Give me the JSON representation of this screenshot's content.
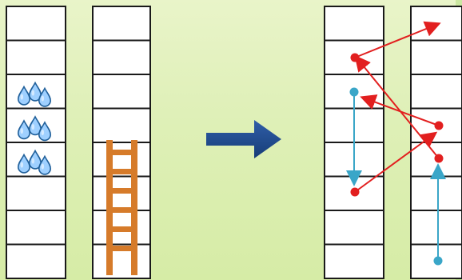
{
  "canvas": {
    "background": "#ffffff"
  },
  "board": {
    "rows": 8,
    "cell_border": "#1a1a1a",
    "cell_fill": "#ffffff"
  },
  "droplets": {
    "color_fill": "#9fd0ff",
    "color_stroke": "#1f5f9a",
    "rows": [
      2,
      3,
      4
    ],
    "per_row": 3
  },
  "ladder": {
    "color": "#d67b2a",
    "from_row": 4,
    "to_row": 7
  },
  "transition_arrow": {
    "color": "#1f4e93"
  },
  "snake_moves": {
    "color": "#e21f1f",
    "dot_color": "#e21f1f"
  },
  "ladder_moves": {
    "color": "#3aa6c8",
    "dot_color": "#3aa6c8"
  },
  "decorations": {
    "bg_tint": "#dff0b8"
  }
}
